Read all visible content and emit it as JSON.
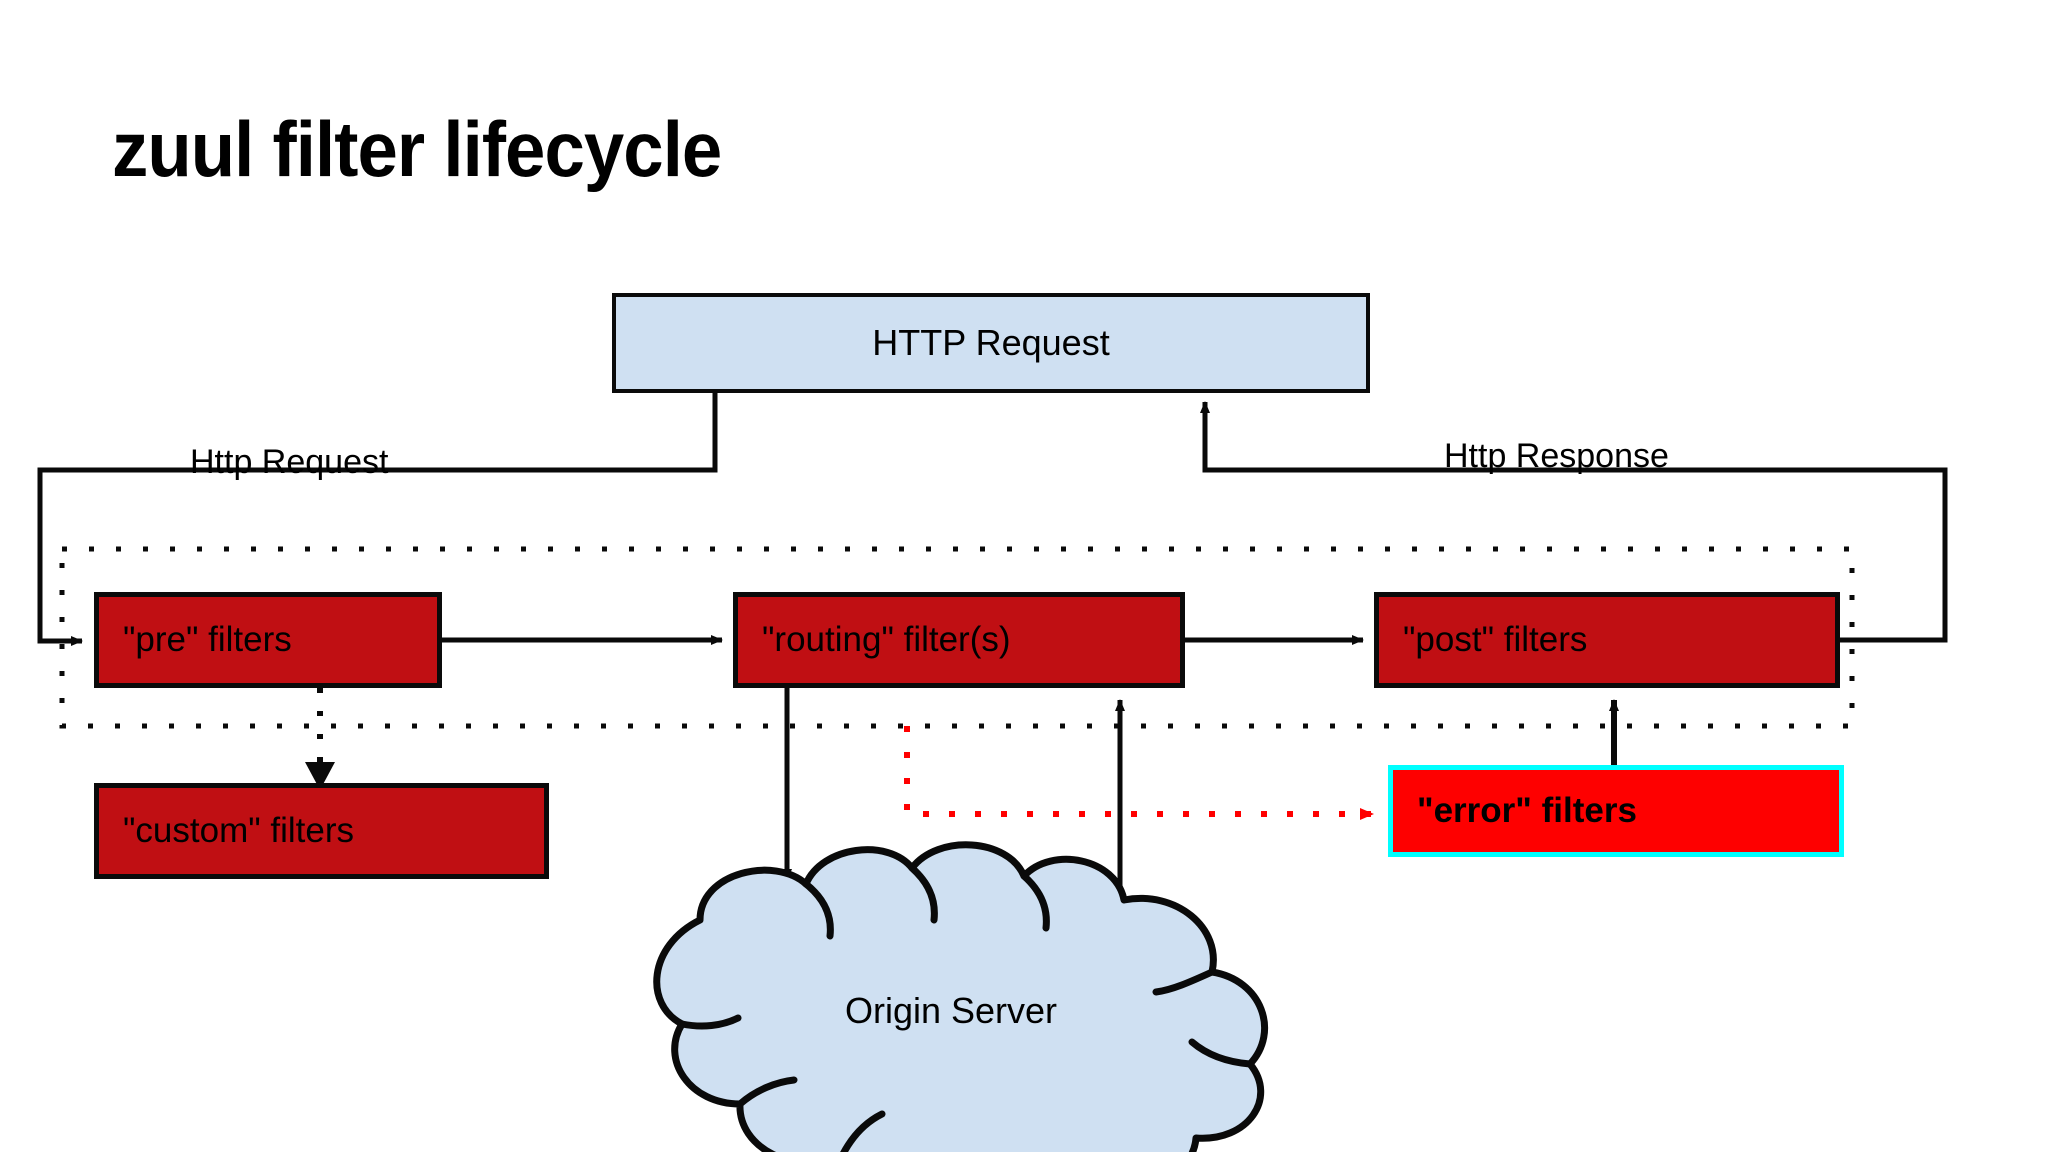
{
  "page": {
    "title": "zuul filter lifecycle",
    "background": "#ffffff"
  },
  "colors": {
    "filter_box_fill": "#c00f13",
    "error_box_fill": "#fe0000",
    "error_box_border": "#00ffff",
    "http_box_fill": "#cfe0f2",
    "cloud_fill": "#cfe0f2",
    "stroke": "#0a0a0a",
    "error_flow": "#ff0000"
  },
  "nodes": {
    "http_request": {
      "label": "HTTP Request"
    },
    "pre_filters": {
      "label": "\"pre\" filters"
    },
    "routing_filters": {
      "label": "\"routing\" filter(s)"
    },
    "post_filters": {
      "label": "\"post\" filters"
    },
    "custom_filters": {
      "label": "\"custom\" filters"
    },
    "error_filters": {
      "label": "\"error\" filters"
    },
    "origin_server": {
      "label": "Origin Server"
    }
  },
  "edge_labels": {
    "http_request_in": "Http Request",
    "http_response_out": "Http Response"
  },
  "flows": [
    {
      "from": "http_request",
      "to": "pre_filters",
      "label": "Http Request",
      "style": "solid"
    },
    {
      "from": "pre_filters",
      "to": "routing_filters",
      "label": "",
      "style": "solid"
    },
    {
      "from": "routing_filters",
      "to": "post_filters",
      "label": "",
      "style": "solid"
    },
    {
      "from": "post_filters",
      "to": "http_request",
      "label": "Http Response",
      "style": "solid"
    },
    {
      "from": "pre_filters",
      "to": "custom_filters",
      "label": "",
      "style": "dotted"
    },
    {
      "from": "routing_filters",
      "to": "origin_server",
      "label": "",
      "style": "solid"
    },
    {
      "from": "origin_server",
      "to": "post_filters",
      "label": "",
      "style": "solid"
    },
    {
      "from": "filter_chain",
      "to": "error_filters",
      "label": "",
      "style": "dotted-red"
    },
    {
      "from": "error_filters",
      "to": "post_filters",
      "label": "",
      "style": "solid"
    }
  ]
}
